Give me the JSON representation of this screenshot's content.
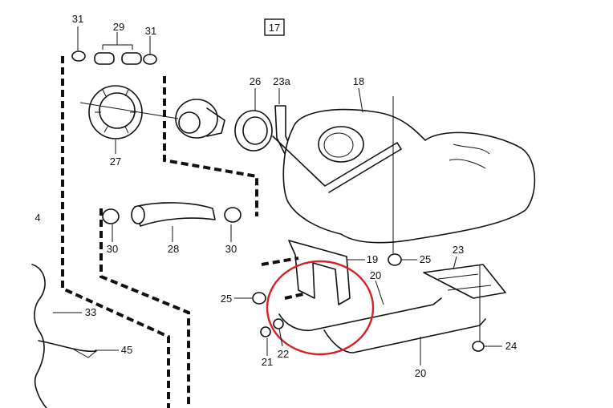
{
  "diagram": {
    "group_number": "17",
    "colors": {
      "line": "#111111",
      "highlight_circle": "#d61f26",
      "background": "#ffffff"
    },
    "parts": {
      "p31a": "31",
      "p29": "29",
      "p31b": "31",
      "p26": "26",
      "p23a": "23a",
      "p18": "18",
      "p27": "27",
      "p4": "4",
      "p30a": "30",
      "p28": "28",
      "p30b": "30",
      "p19": "19",
      "p25a": "25",
      "p23": "23",
      "p20a": "20",
      "p25b": "25",
      "p33": "33",
      "p45": "45",
      "p21": "21",
      "p22": "22",
      "p24": "24",
      "p20b": "20"
    }
  }
}
